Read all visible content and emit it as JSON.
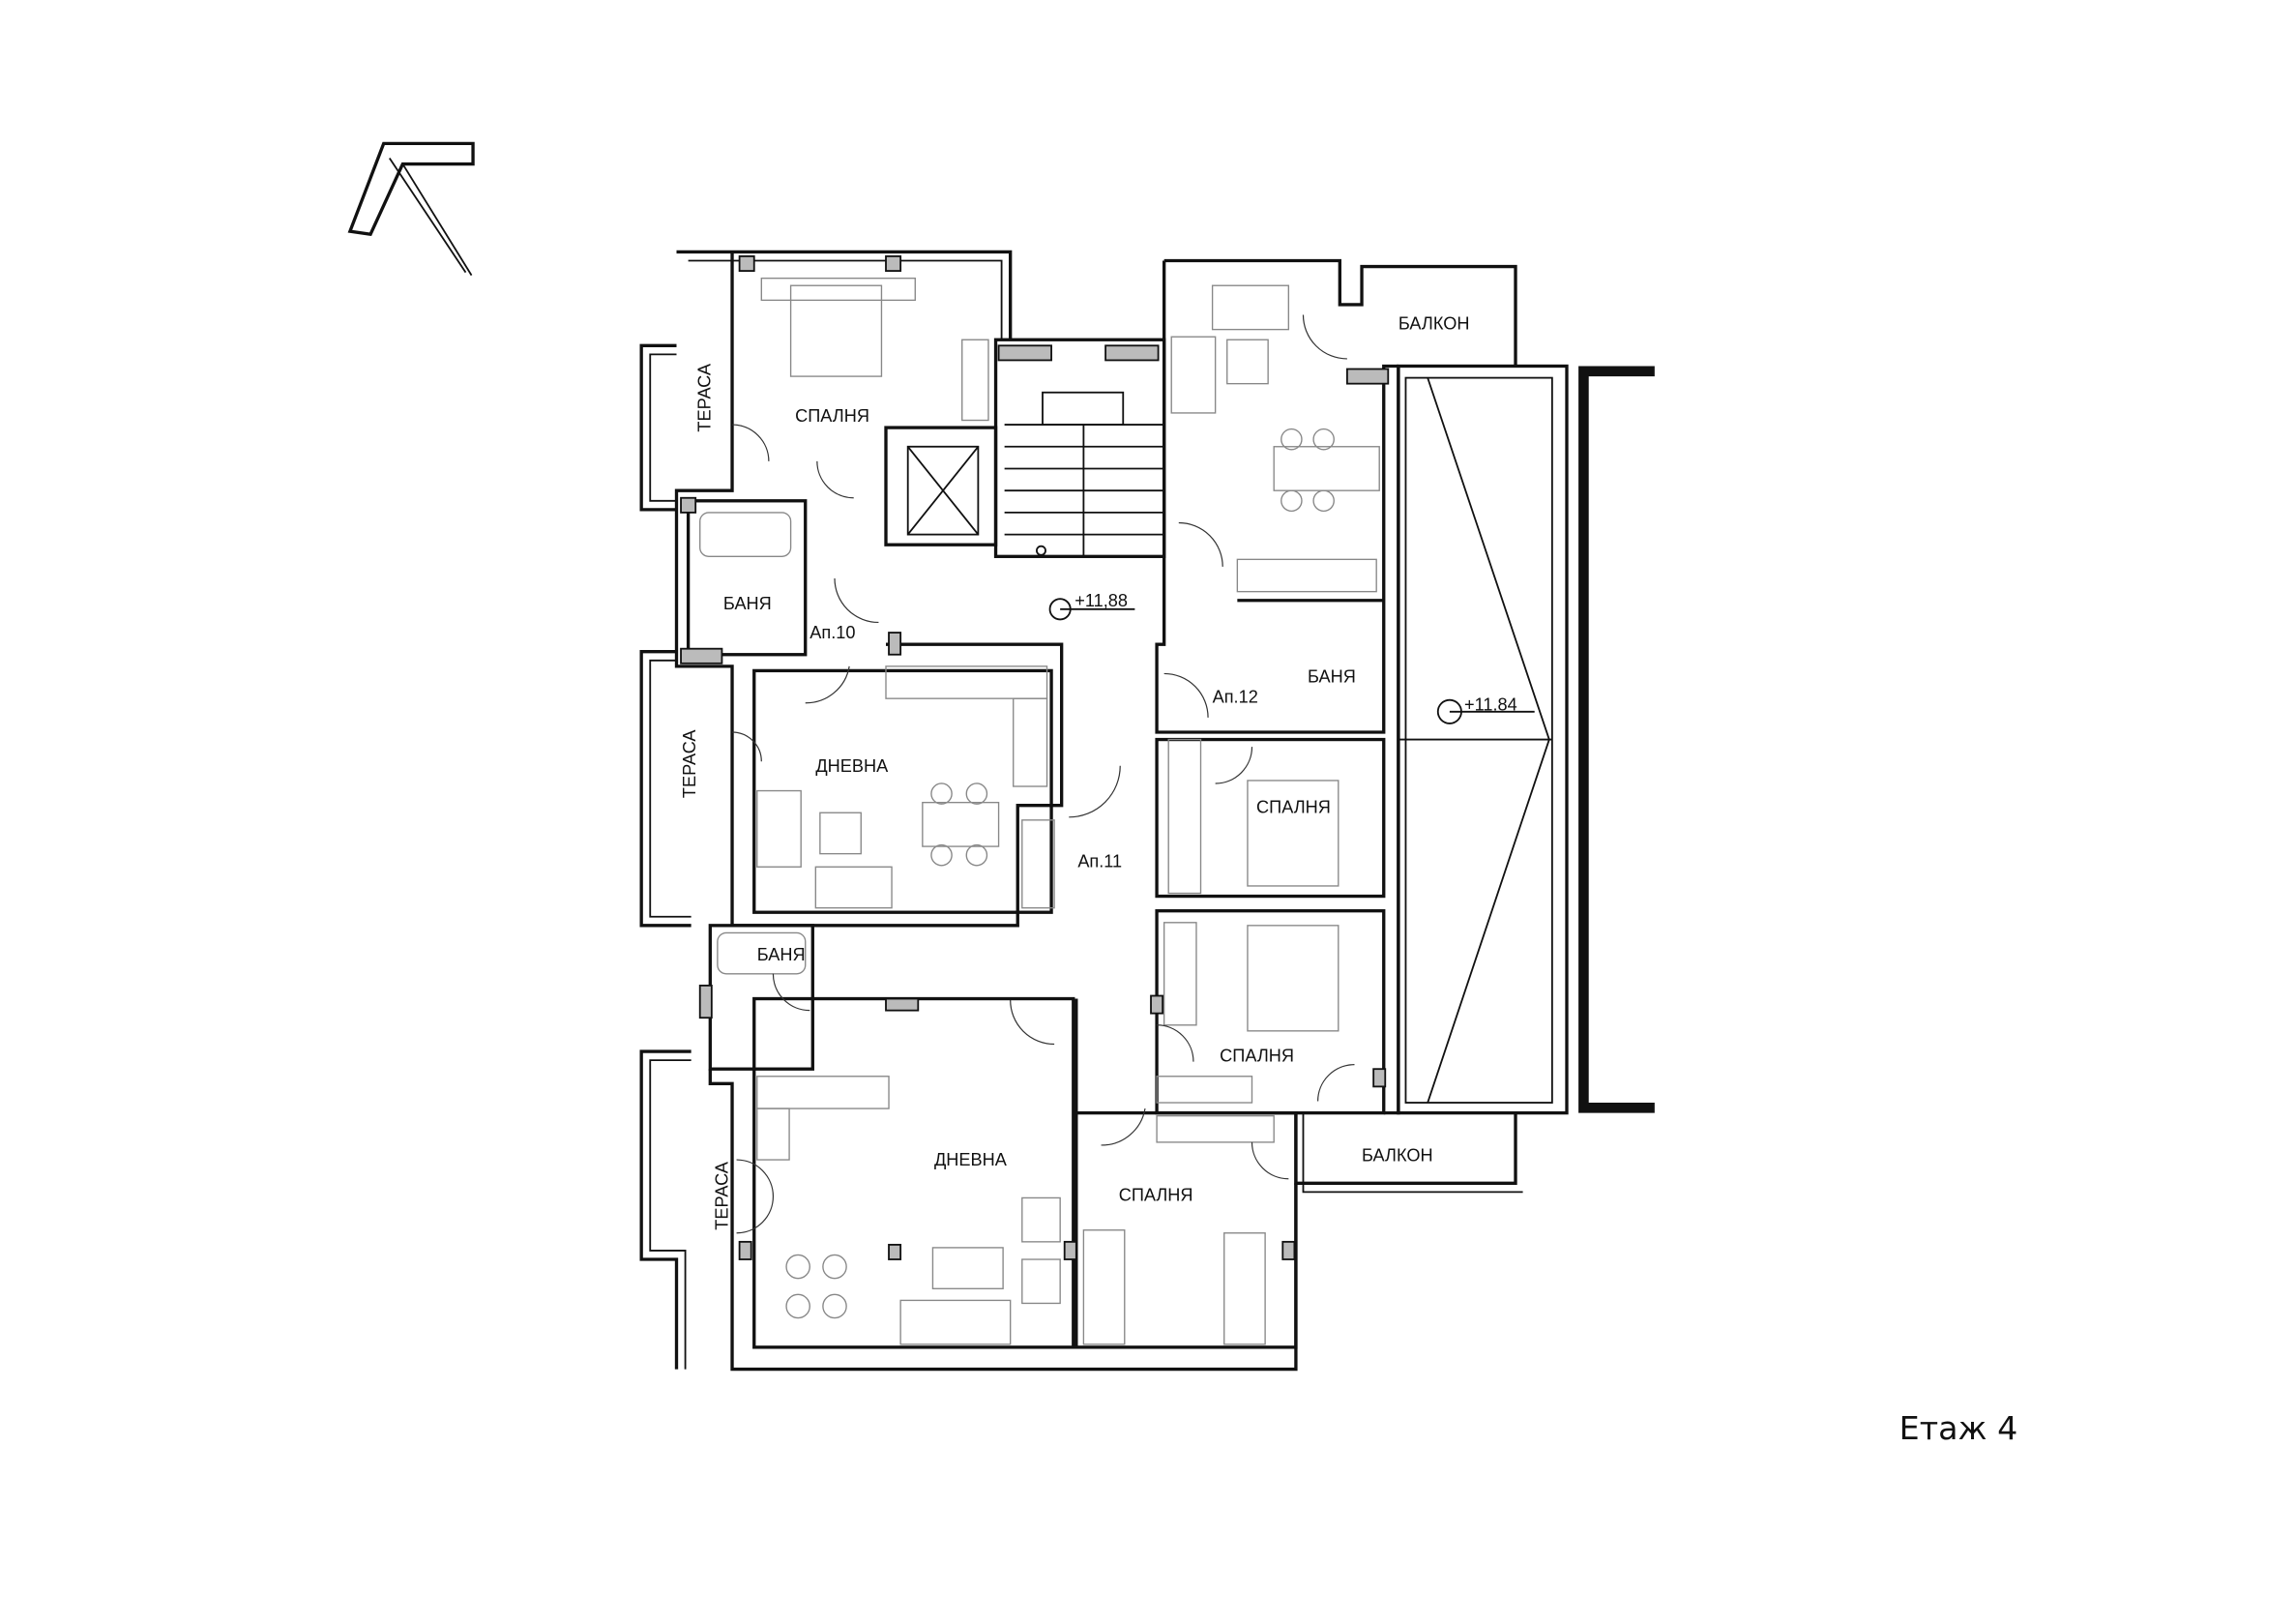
{
  "plan": {
    "floor_title": "Етаж 4",
    "apartments": {
      "ap10": "Ап.10",
      "ap11": "Ап.11",
      "ap12": "Ап.12"
    },
    "levels": {
      "landing": "+11,88",
      "terrace": "+11.84"
    },
    "rooms": {
      "terrace_1": "ТЕРАСА",
      "terrace_2": "ТЕРАСА",
      "terrace_3": "ТЕРАСА",
      "bedroom_ap10": "СПАЛНЯ",
      "bathroom_ap10": "БАНЯ",
      "living_ap10": "ДНЕВНА",
      "bathroom_ap11": "БАНЯ",
      "living_ap11": "ДНЕВНА",
      "bedroom_ap11_a": "СПАЛНЯ",
      "bedroom_ap11_b": "СПАЛНЯ",
      "balcony_ap11": "БАЛКОН",
      "balcony_ap12": "БАЛКОН",
      "bathroom_ap12": "БАНЯ",
      "bedroom_ap12": "СПАЛНЯ"
    }
  }
}
